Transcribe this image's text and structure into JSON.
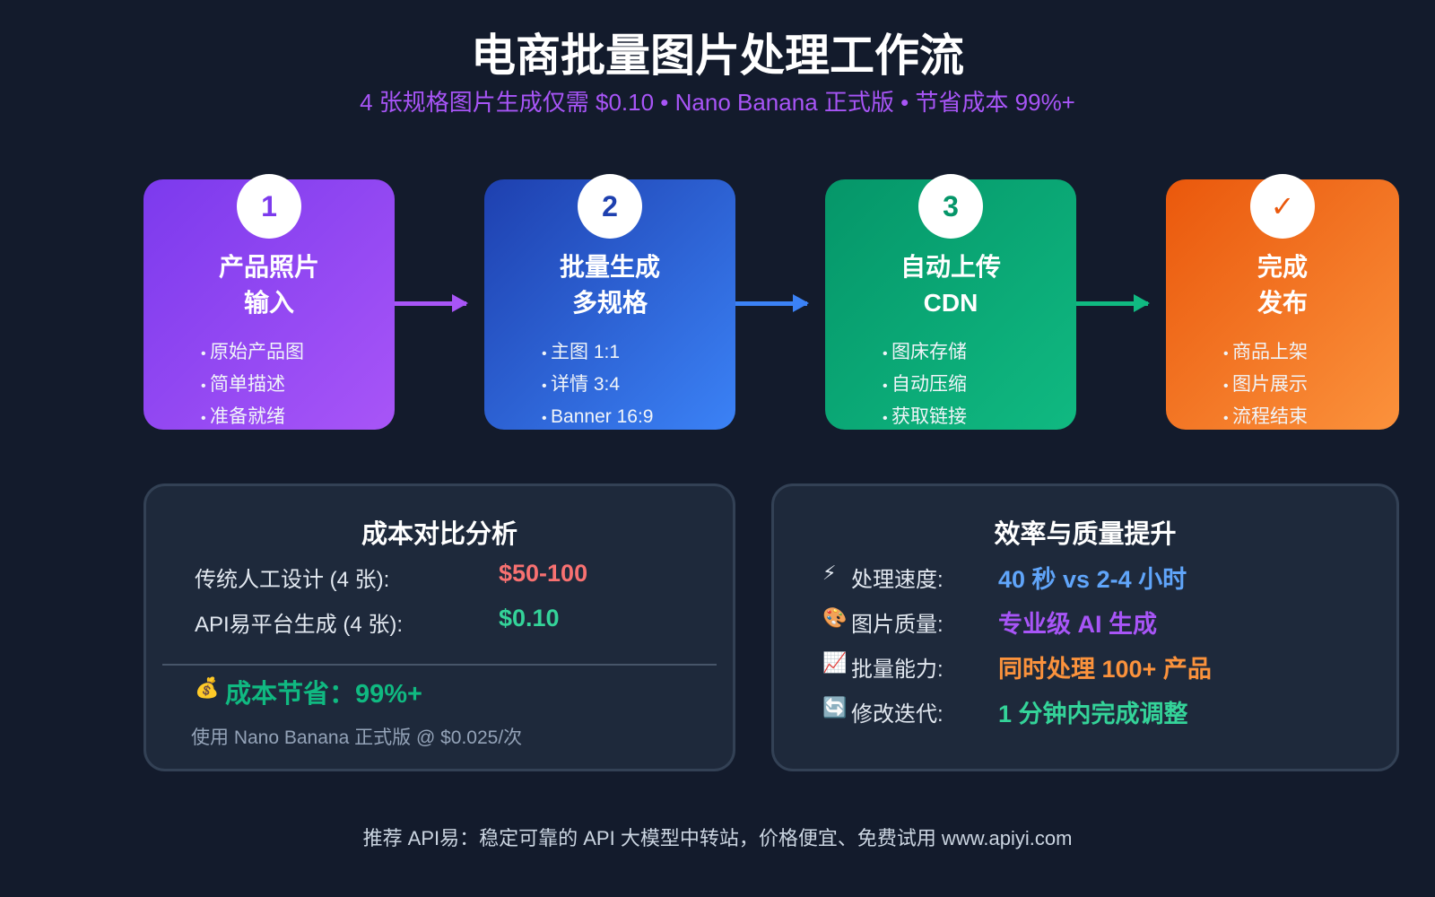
{
  "title": "电商批量图片处理工作流",
  "subtitle": "4 张规格图片生成仅需 $0.10 • Nano Banana 正式版 • 节省成本 99%+",
  "steps": [
    {
      "badge": "1",
      "title1": "产品照片",
      "title2": "输入",
      "items": [
        "原始产品图",
        "简单描述",
        "准备就绪"
      ],
      "color": "#7c3aed"
    },
    {
      "badge": "2",
      "title1": "批量生成",
      "title2": "多规格",
      "items": [
        "主图 1:1",
        "详情 3:4",
        "Banner 16:9"
      ],
      "color": "#1e40af"
    },
    {
      "badge": "3",
      "title1": "自动上传",
      "title2": "CDN",
      "items": [
        "图床存储",
        "自动压缩",
        "获取链接"
      ],
      "color": "#059669"
    },
    {
      "badge": "✓",
      "title1": "完成",
      "title2": "发布",
      "items": [
        "商品上架",
        "图片展示",
        "流程结束"
      ],
      "color": "#ea580c"
    }
  ],
  "cost": {
    "title": "成本对比分析",
    "rows": [
      {
        "label": "传统人工设计 (4 张):",
        "value": "$50-100",
        "color": "#f87171"
      },
      {
        "label": "API易平台生成 (4 张):",
        "value": "$0.10",
        "color": "#34d399"
      }
    ],
    "saving_icon": "💰",
    "saving": "成本节省：99%+",
    "note": "使用 Nano Banana 正式版 @ $0.025/次"
  },
  "efficiency": {
    "title": "效率与质量提升",
    "rows": [
      {
        "icon": "⚡",
        "label": "处理速度:",
        "value": "40 秒 vs 2-4 小时",
        "color": "#60a5fa"
      },
      {
        "icon": "🎨",
        "label": "图片质量:",
        "value": "专业级 AI 生成",
        "color": "#a855f7"
      },
      {
        "icon": "📈",
        "label": "批量能力:",
        "value": "同时处理 100+ 产品",
        "color": "#fb923c"
      },
      {
        "icon": "🔄",
        "label": "修改迭代:",
        "value": "1 分钟内完成调整",
        "color": "#34d399"
      }
    ]
  },
  "footer": "推荐 API易：稳定可靠的 API 大模型中转站，价格便宜、免费试用 www.apiyi.com"
}
